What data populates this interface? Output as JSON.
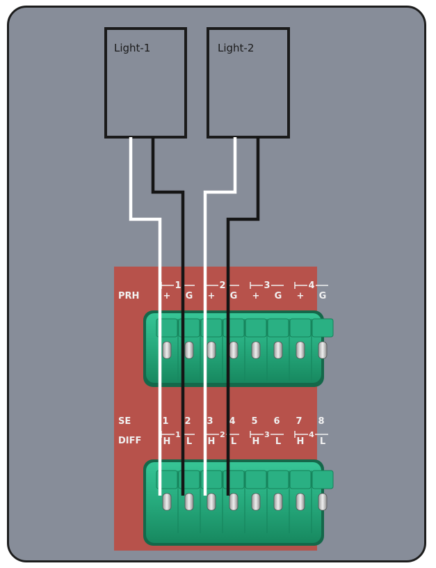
{
  "lights": [
    {
      "label": "Light-1"
    },
    {
      "label": "Light-2"
    }
  ],
  "panel": {
    "prh_label": "PRH",
    "prh_groups": [
      "1",
      "2",
      "3",
      "4"
    ],
    "prh_pins": [
      "+",
      "G",
      "+",
      "G",
      "+",
      "G",
      "+",
      "G"
    ],
    "se_label": "SE",
    "se_numbers": [
      "1",
      "2",
      "3",
      "4",
      "5",
      "6",
      "7",
      "8"
    ],
    "diff_label": "DIFF",
    "diff_groups": [
      "1",
      "2",
      "3",
      "4"
    ],
    "diff_pins": [
      "H",
      "L",
      "H",
      "L",
      "H",
      "L",
      "H",
      "L"
    ]
  },
  "colors": {
    "background": "#878d99",
    "panel": "#b7524b",
    "terminal": "#2fb88a",
    "wire_white": "#ffffff",
    "wire_black": "#151515",
    "box_border": "#1a1a1a"
  }
}
